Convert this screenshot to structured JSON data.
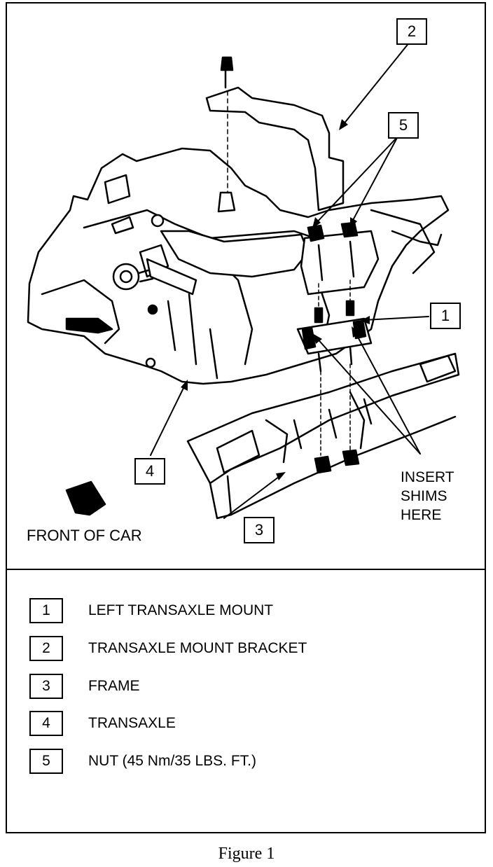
{
  "callouts": {
    "c1": "1",
    "c2": "2",
    "c3": "3",
    "c4": "4",
    "c5": "5"
  },
  "notes": {
    "insert_shims": [
      "INSERT",
      "SHIMS",
      "HERE"
    ],
    "front_of_car": "FRONT OF CAR"
  },
  "legend": [
    {
      "num": "1",
      "text": "LEFT TRANSAXLE MOUNT"
    },
    {
      "num": "2",
      "text": "TRANSAXLE MOUNT BRACKET"
    },
    {
      "num": "3",
      "text": "FRAME"
    },
    {
      "num": "4",
      "text": "TRANSAXLE"
    },
    {
      "num": "5",
      "text": "NUT (45 Nm/35 LBS. FT.)"
    }
  ],
  "caption": "Figure 1"
}
